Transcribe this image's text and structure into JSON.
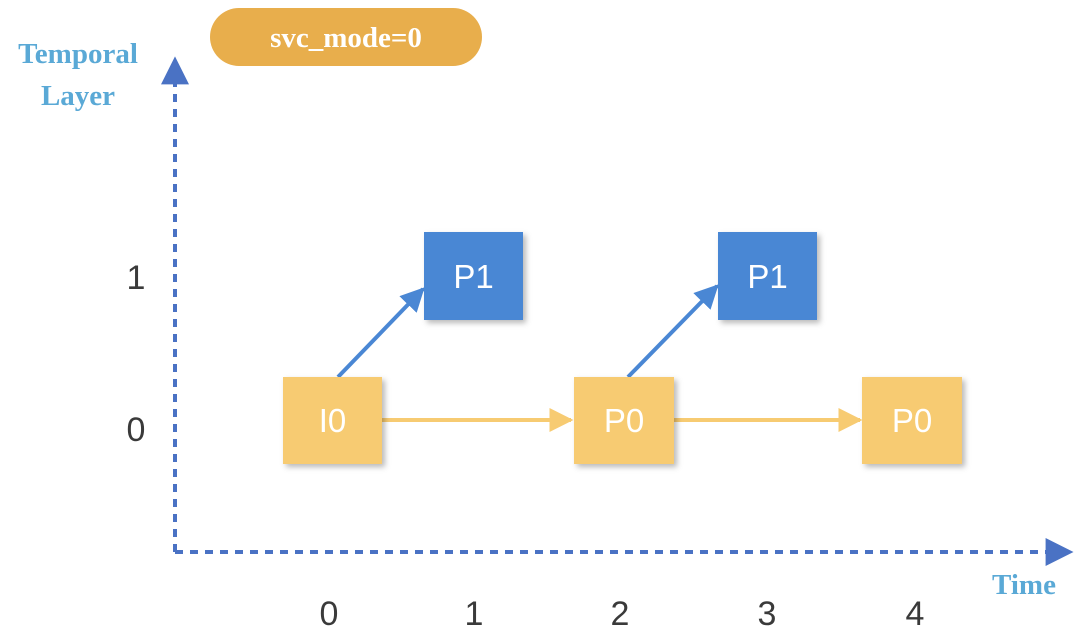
{
  "badge": {
    "label": "svc_mode=0",
    "color": "#e8ae4c"
  },
  "axes": {
    "y_title_lines": [
      "Temporal",
      "Layer"
    ],
    "x_title": "Time",
    "y_ticks": [
      "0",
      "1"
    ],
    "x_ticks": [
      "0",
      "1",
      "2",
      "3",
      "4"
    ],
    "title_color": "#5aa9d6",
    "axis_color": "#4a72c4"
  },
  "layer_colors": {
    "0": "#f7cb72",
    "1": "#4a87d4"
  },
  "frames": [
    {
      "label": "I0",
      "time": 0,
      "layer": 0
    },
    {
      "label": "P1",
      "time": 1,
      "layer": 1
    },
    {
      "label": "P0",
      "time": 2,
      "layer": 0
    },
    {
      "label": "P1",
      "time": 3,
      "layer": 1
    },
    {
      "label": "P0",
      "time": 4,
      "layer": 0
    }
  ],
  "references": [
    {
      "from": 0,
      "to": 1
    },
    {
      "from": 0,
      "to": 2
    },
    {
      "from": 2,
      "to": 3
    },
    {
      "from": 2,
      "to": 4
    }
  ]
}
